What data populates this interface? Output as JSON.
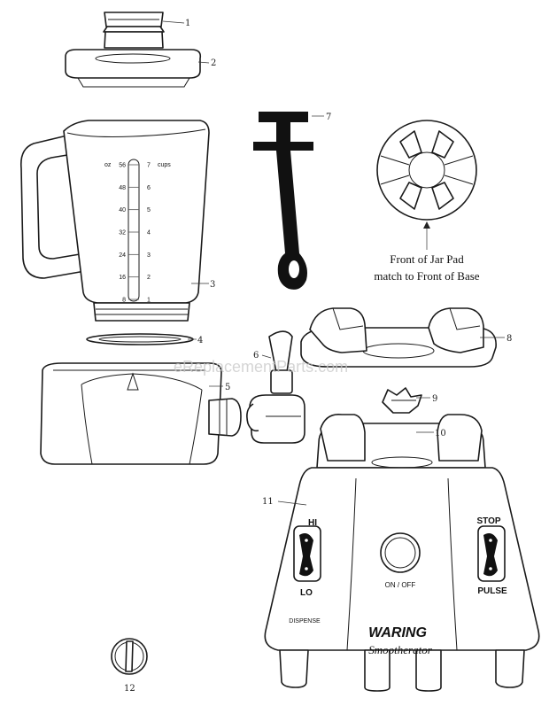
{
  "parts": {
    "p1": "1",
    "p2": "2",
    "p3": "3",
    "p4": "4",
    "p5": "5",
    "p6": "6",
    "p7": "7",
    "p8": "8",
    "p9": "9",
    "p10": "10",
    "p11": "11",
    "p12": "12"
  },
  "jar_pad_note": {
    "line1": "Front of Jar Pad",
    "line2": "match to Front of Base"
  },
  "jar_scale": {
    "oz_unit": "oz",
    "cups_unit": "cups",
    "oz": [
      "56",
      "48",
      "40",
      "32",
      "24",
      "16",
      "8"
    ],
    "cups": [
      "7",
      "6",
      "5",
      "4",
      "3",
      "2",
      "1"
    ]
  },
  "base_labels": {
    "hi": "HI",
    "lo": "LO",
    "stop": "STOP",
    "pulse": "PULSE",
    "on_off": "ON / OFF",
    "dispense": "DISPENSE"
  },
  "brand": {
    "name": "WARING",
    "model": "Smootherator"
  },
  "watermark": "eReplacementParts.com"
}
